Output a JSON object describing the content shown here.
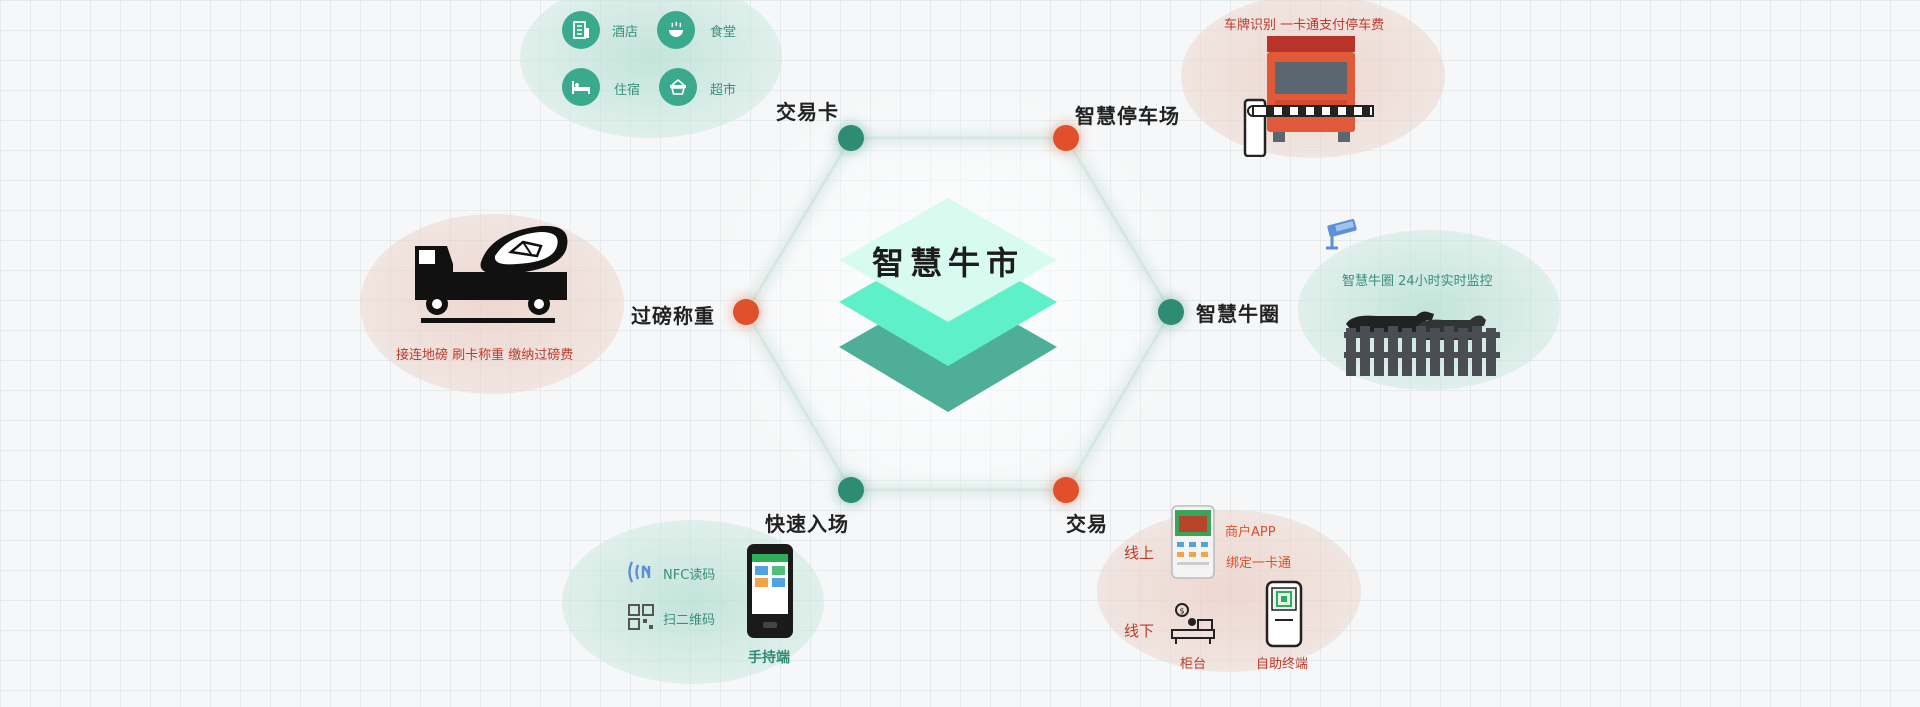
{
  "center": {
    "title": "智慧牛市"
  },
  "nodes": {
    "card": "交易卡",
    "parking": "智慧停车场",
    "weigh": "过磅称重",
    "pen": "智慧牛圈",
    "entry": "快速入场",
    "trade": "交易"
  },
  "card_services": {
    "hotel": "酒店",
    "canteen": "食堂",
    "lodging": "住宿",
    "market": "超市"
  },
  "parking_detail": {
    "caption": "车牌识别   一卡通支付停车费"
  },
  "weigh_detail": {
    "caption": "接连地磅  刷卡称重  缴纳过磅费"
  },
  "pen_detail": {
    "caption": "智慧牛圈 24小时实时监控"
  },
  "entry_detail": {
    "nfc": "NFC读码",
    "qr": "扫二维码",
    "device": "手持端"
  },
  "trade_detail": {
    "online": "线上",
    "offline": "线下",
    "app": "商户APP",
    "bind": "绑定一卡通",
    "counter": "柜台",
    "kiosk": "自助终端"
  },
  "colors": {
    "green": "#2e8b74",
    "orange": "#e0502a",
    "accent_green": "#3aa98d",
    "text_red": "#c0392b"
  }
}
